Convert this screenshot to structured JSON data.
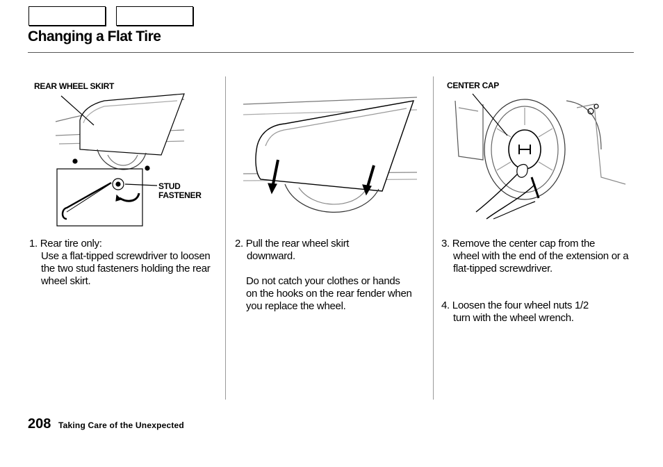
{
  "header": {
    "title": "Changing a Flat Tire"
  },
  "illustrations": {
    "left": {
      "label_skirt": "REAR WHEEL SKIRT",
      "label_stud_line1": "STUD",
      "label_stud_line2": "FASTENER"
    },
    "right": {
      "label_cap": "CENTER CAP"
    }
  },
  "steps": {
    "step1_line1": "1. Rear tire only:",
    "step1_body": "Use a flat-tipped screwdriver to loosen the two stud fasteners holding the rear wheel skirt.",
    "step2_line1": "2. Pull the rear wheel skirt",
    "step2_line2": "downward.",
    "step2_note": "Do not catch your clothes or hands on the hooks on the rear fender when you replace the wheel.",
    "step3_line1": "3. Remove the center cap from the",
    "step3_body": "wheel with the end of the extension or a flat-tipped screwdriver.",
    "step4_line1": "4. Loosen the four wheel nuts 1/2",
    "step4_line2": "turn with the wheel wrench."
  },
  "footer": {
    "page_number": "208",
    "section": "Taking Care of the Unexpected"
  }
}
